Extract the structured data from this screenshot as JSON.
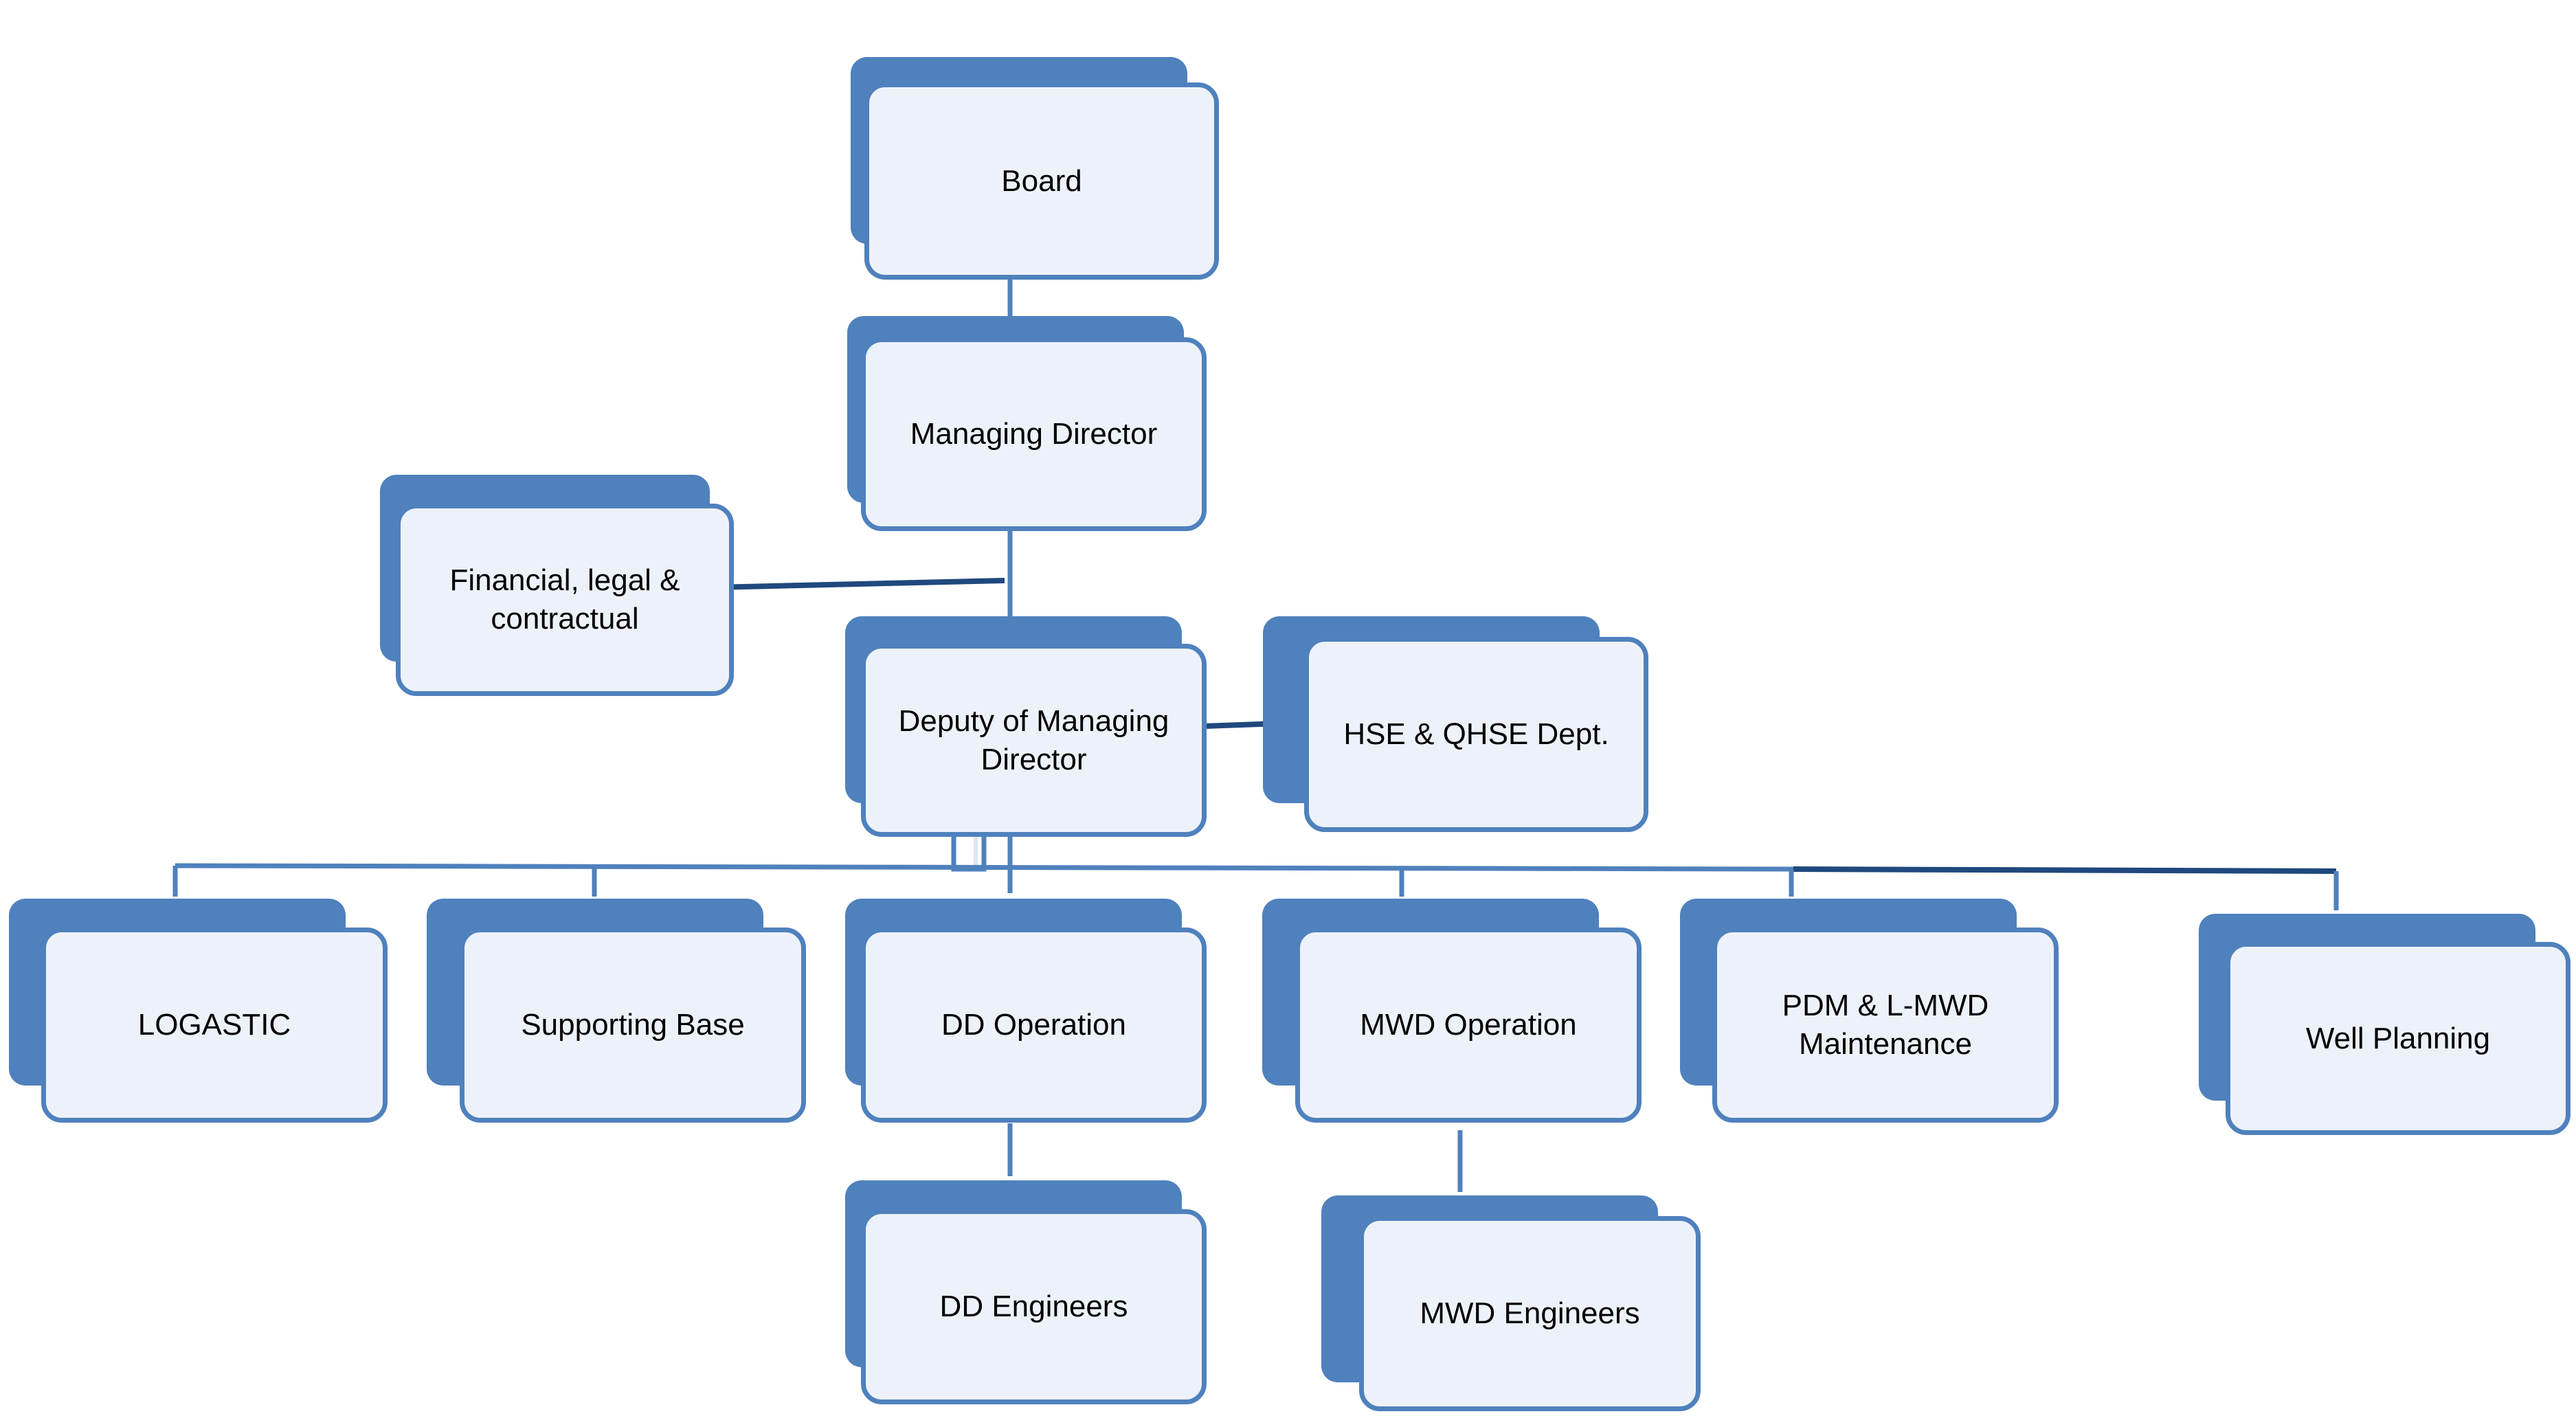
{
  "colors": {
    "box_back": "#4f81bd",
    "box_face": "#edf2fa",
    "connector": "#4f81bd",
    "connector_dark": "#1f497d"
  },
  "nodes": {
    "board": {
      "label": "Board"
    },
    "managing_director": {
      "label": "Managing Director"
    },
    "financial": {
      "label": "Financial, legal &\ncontractual"
    },
    "deputy": {
      "label": "Deputy of Managing\nDirector"
    },
    "hse": {
      "label": "HSE & QHSE Dept."
    },
    "logastic": {
      "label": "LOGASTIC"
    },
    "supporting_base": {
      "label": "Supporting Base"
    },
    "dd_operation": {
      "label": "DD Operation"
    },
    "mwd_operation": {
      "label": "MWD Operation"
    },
    "pdm": {
      "label": "PDM & L-MWD\nMaintenance"
    },
    "well_planning": {
      "label": "Well Planning"
    },
    "dd_engineers": {
      "label": "DD Engineers"
    },
    "mwd_engineers": {
      "label": "MWD Engineers"
    }
  }
}
